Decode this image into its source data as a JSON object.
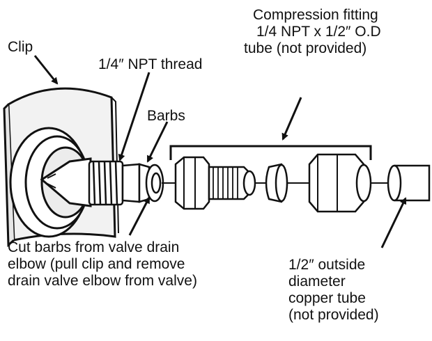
{
  "labels": {
    "clip": "Clip",
    "npt_thread": "1/4″ NPT thread",
    "barbs": "Barbs",
    "compression_fitting": [
      "Compression fitting",
      "1/4 NPT x 1/2″ O.D",
      "tube (not provided)"
    ],
    "cut_barbs_note": [
      "Cut barbs from valve drain",
      "elbow (pull clip and remove",
      "drain valve elbow from valve)"
    ],
    "copper_tube": [
      "1/2″ outside",
      "diameter",
      "copper tube",
      "(not provided)"
    ]
  },
  "colors": {
    "ink": "#111111",
    "paper": "#ffffff",
    "shade": "#d9d9d9"
  }
}
